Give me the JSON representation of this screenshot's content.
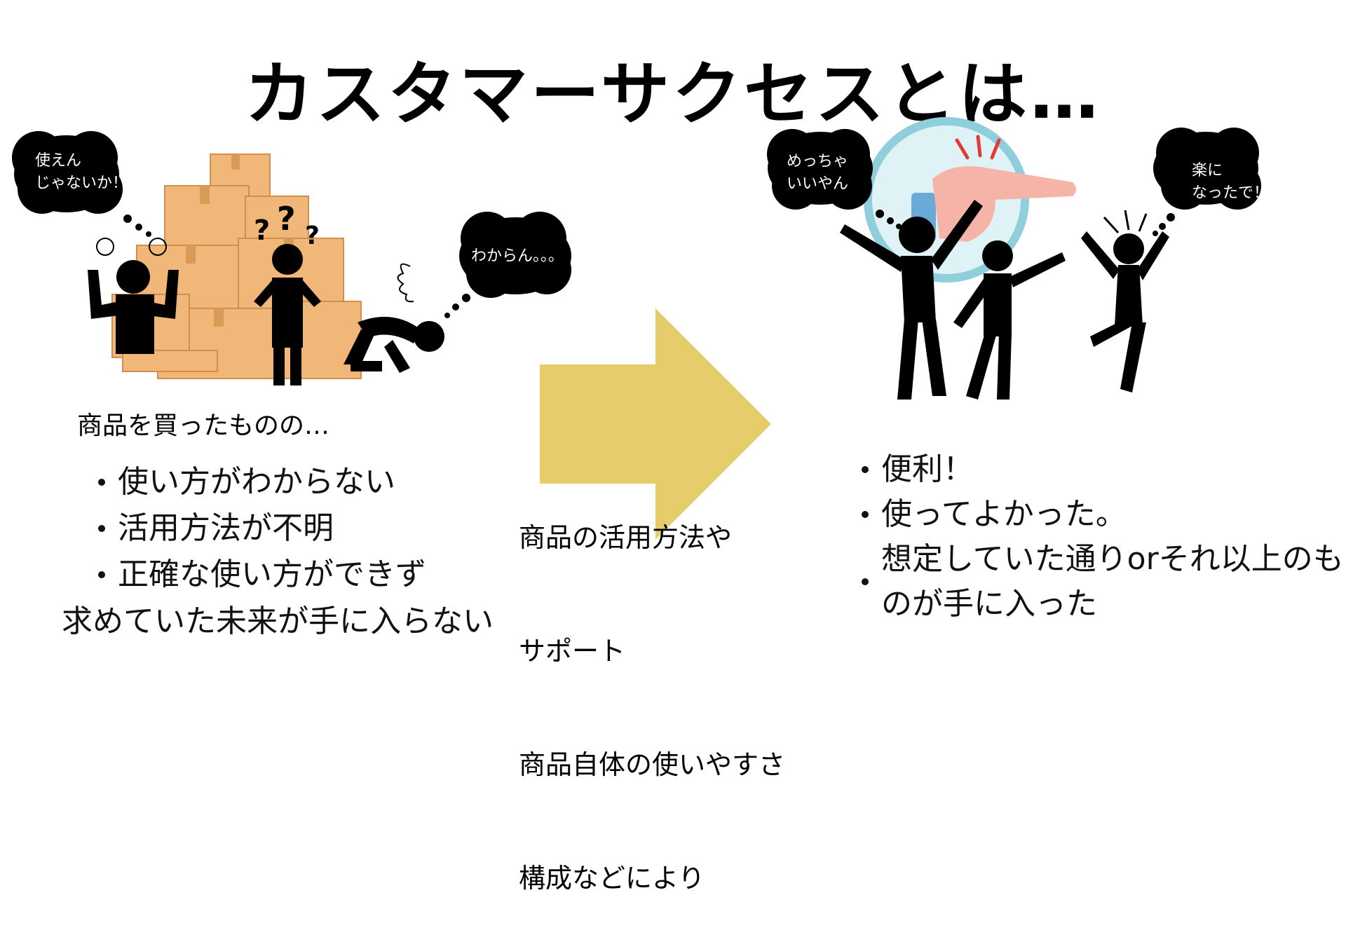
{
  "title": "カスタマーサクセスとは…",
  "left_scene": {
    "bubble_1": [
      "使えん",
      "じゃないか！"
    ],
    "bubble_2": "わからん。。。",
    "intro": "商品を買ったものの…",
    "bullets": [
      "使い方がわからない",
      "活用方法が不明",
      "正確な使い方ができず"
    ],
    "conclusion": "求めていた未来が手に入らない"
  },
  "middle": {
    "text_lines": [
      "商品の活用方法や",
      "サポート",
      "商品自体の使いやすさ",
      "構成などにより"
    ],
    "arrow_color": "#e6cc6b"
  },
  "right_scene": {
    "bubble_1": [
      "めっちゃ",
      "いいやん"
    ],
    "bubble_2": [
      "楽に",
      "なったで！"
    ],
    "bullets": [
      "便利！",
      "使ってよかった。",
      "想定していた通りorそれ以上のものが手に入った"
    ]
  },
  "colors": {
    "box": "#f0b778",
    "box_dark": "#d99a55",
    "circle": "#dff3f7",
    "circle_ring": "#8fcfdc",
    "figure": "#000000"
  }
}
